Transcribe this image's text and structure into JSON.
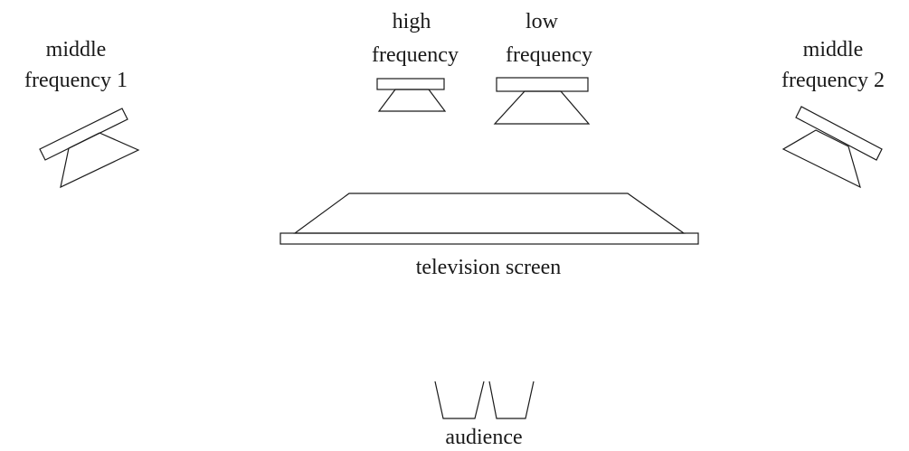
{
  "labels": {
    "middle_frequency_1": [
      "middle",
      "frequency 1"
    ],
    "high_frequency": [
      "high",
      "frequency"
    ],
    "low_frequency": [
      "low",
      "frequency"
    ],
    "middle_frequency_2": [
      "middle",
      "frequency 2"
    ],
    "television_screen": "television screen",
    "audience": "audience"
  },
  "colors": {
    "line": "#1a1a1a",
    "background": "#ffffff"
  }
}
